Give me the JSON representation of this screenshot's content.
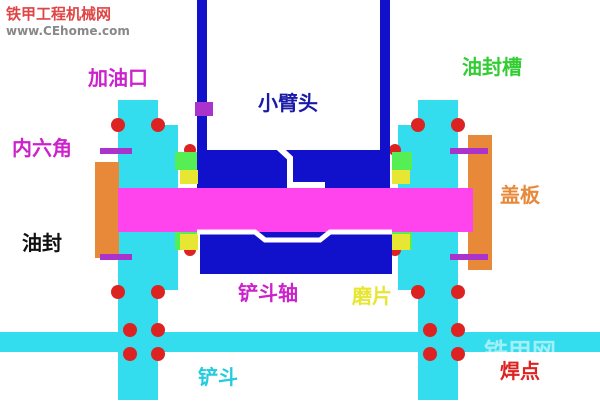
{
  "watermark": {
    "site_name": "铁甲工程机械网",
    "url": "www.CEhome.com",
    "corner_logo": "铁甲网"
  },
  "labels": {
    "fill_port": "加油口",
    "hex_socket": "内六角",
    "oil_seal": "油封",
    "forearm_head": "小臂头",
    "seal_groove": "油封槽",
    "cover_plate": "盖板",
    "bucket_pin": "铲斗轴",
    "shim": "磨片",
    "bucket": "铲斗",
    "weld_point": "焊点"
  },
  "colors": {
    "fill_port": "#cc22cc",
    "hex_socket": "#cc22cc",
    "oil_seal": "#111111",
    "forearm_head": "#1a1aa6",
    "seal_groove": "#33cc33",
    "cover_plate": "#e8893a",
    "bucket_pin": "#cc22cc",
    "shim": "#e6e633",
    "bucket": "#22ccdd",
    "weld_point": "#dd2222",
    "watermark": "#e04444",
    "watermark_url": "#888888"
  },
  "parts": {
    "pin": "#ff44ee",
    "arm": "#1111cc",
    "cyan": "#33ddee",
    "orange": "#e8893a",
    "weld": "#dd2222",
    "yellow": "#e6e633",
    "green": "#55ee55",
    "bolt": "#aa33cc",
    "line": "#ffffff"
  }
}
